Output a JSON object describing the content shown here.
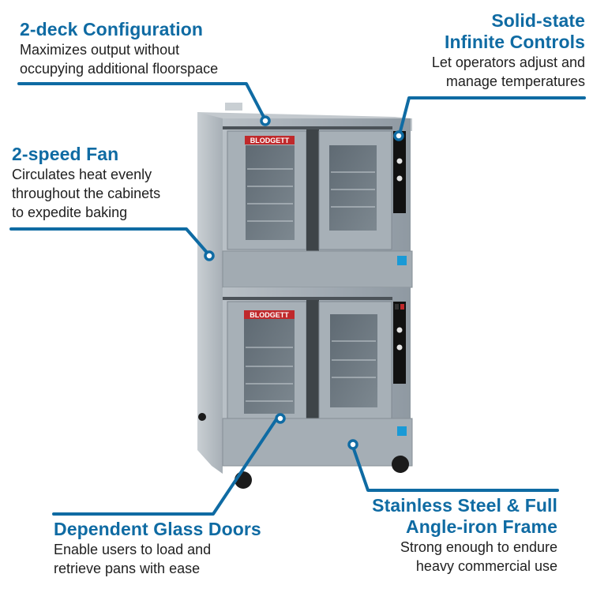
{
  "callouts": {
    "deck": {
      "title": "2-deck Configuration",
      "lines": [
        "Maximizes output without",
        "occupying additional floorspace"
      ]
    },
    "controls": {
      "title_lines": [
        "Solid-state",
        "Infinite Controls"
      ],
      "lines": [
        "Let operators adjust and",
        "manage temperatures"
      ]
    },
    "fan": {
      "title": "2-speed Fan",
      "lines": [
        "Circulates heat evenly",
        "throughout the cabinets",
        "to expedite baking"
      ]
    },
    "doors": {
      "title": "Dependent Glass Doors",
      "lines": [
        "Enable users to load and",
        "retrieve pans with ease"
      ]
    },
    "frame": {
      "title_lines": [
        "Stainless Steel & Full",
        "Angle-iron Frame"
      ],
      "lines": [
        "Strong enough to endure",
        "heavy commercial use"
      ]
    }
  },
  "product": {
    "brand_badge": "BLODGETT",
    "name": "Double-deck convection oven"
  },
  "colors": {
    "accent": "#0f6ba3",
    "text": "#1f1f1f",
    "badge_red": "#c0292b",
    "steel": "#9aa3ab",
    "energy_star": "#1a9ad6"
  }
}
